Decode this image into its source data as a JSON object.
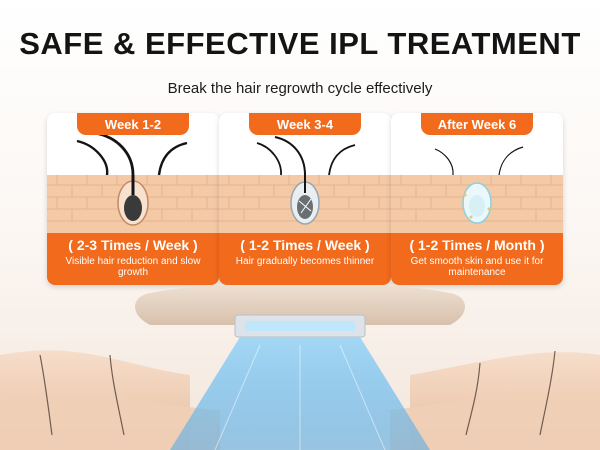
{
  "header": {
    "title": "SAFE & EFFECTIVE IPL TREATMENT",
    "subtitle": "Break the hair regrowth cycle effectively"
  },
  "colors": {
    "accent": "#f26a1b",
    "skin": "#f3c7a3",
    "light": "#7fc8ef"
  },
  "cards": [
    {
      "label": "Week 1-2",
      "frequency": "( 2-3 Times / Week )",
      "description": "Visible hair reduction and slow growth"
    },
    {
      "label": "Week 3-4",
      "frequency": "( 1-2 Times / Week )",
      "description": "Hair gradually becomes thinner"
    },
    {
      "label": "After Week 6",
      "frequency": "( 1-2 Times / Month )",
      "description": "Get smooth skin and use it for maintenance"
    }
  ]
}
